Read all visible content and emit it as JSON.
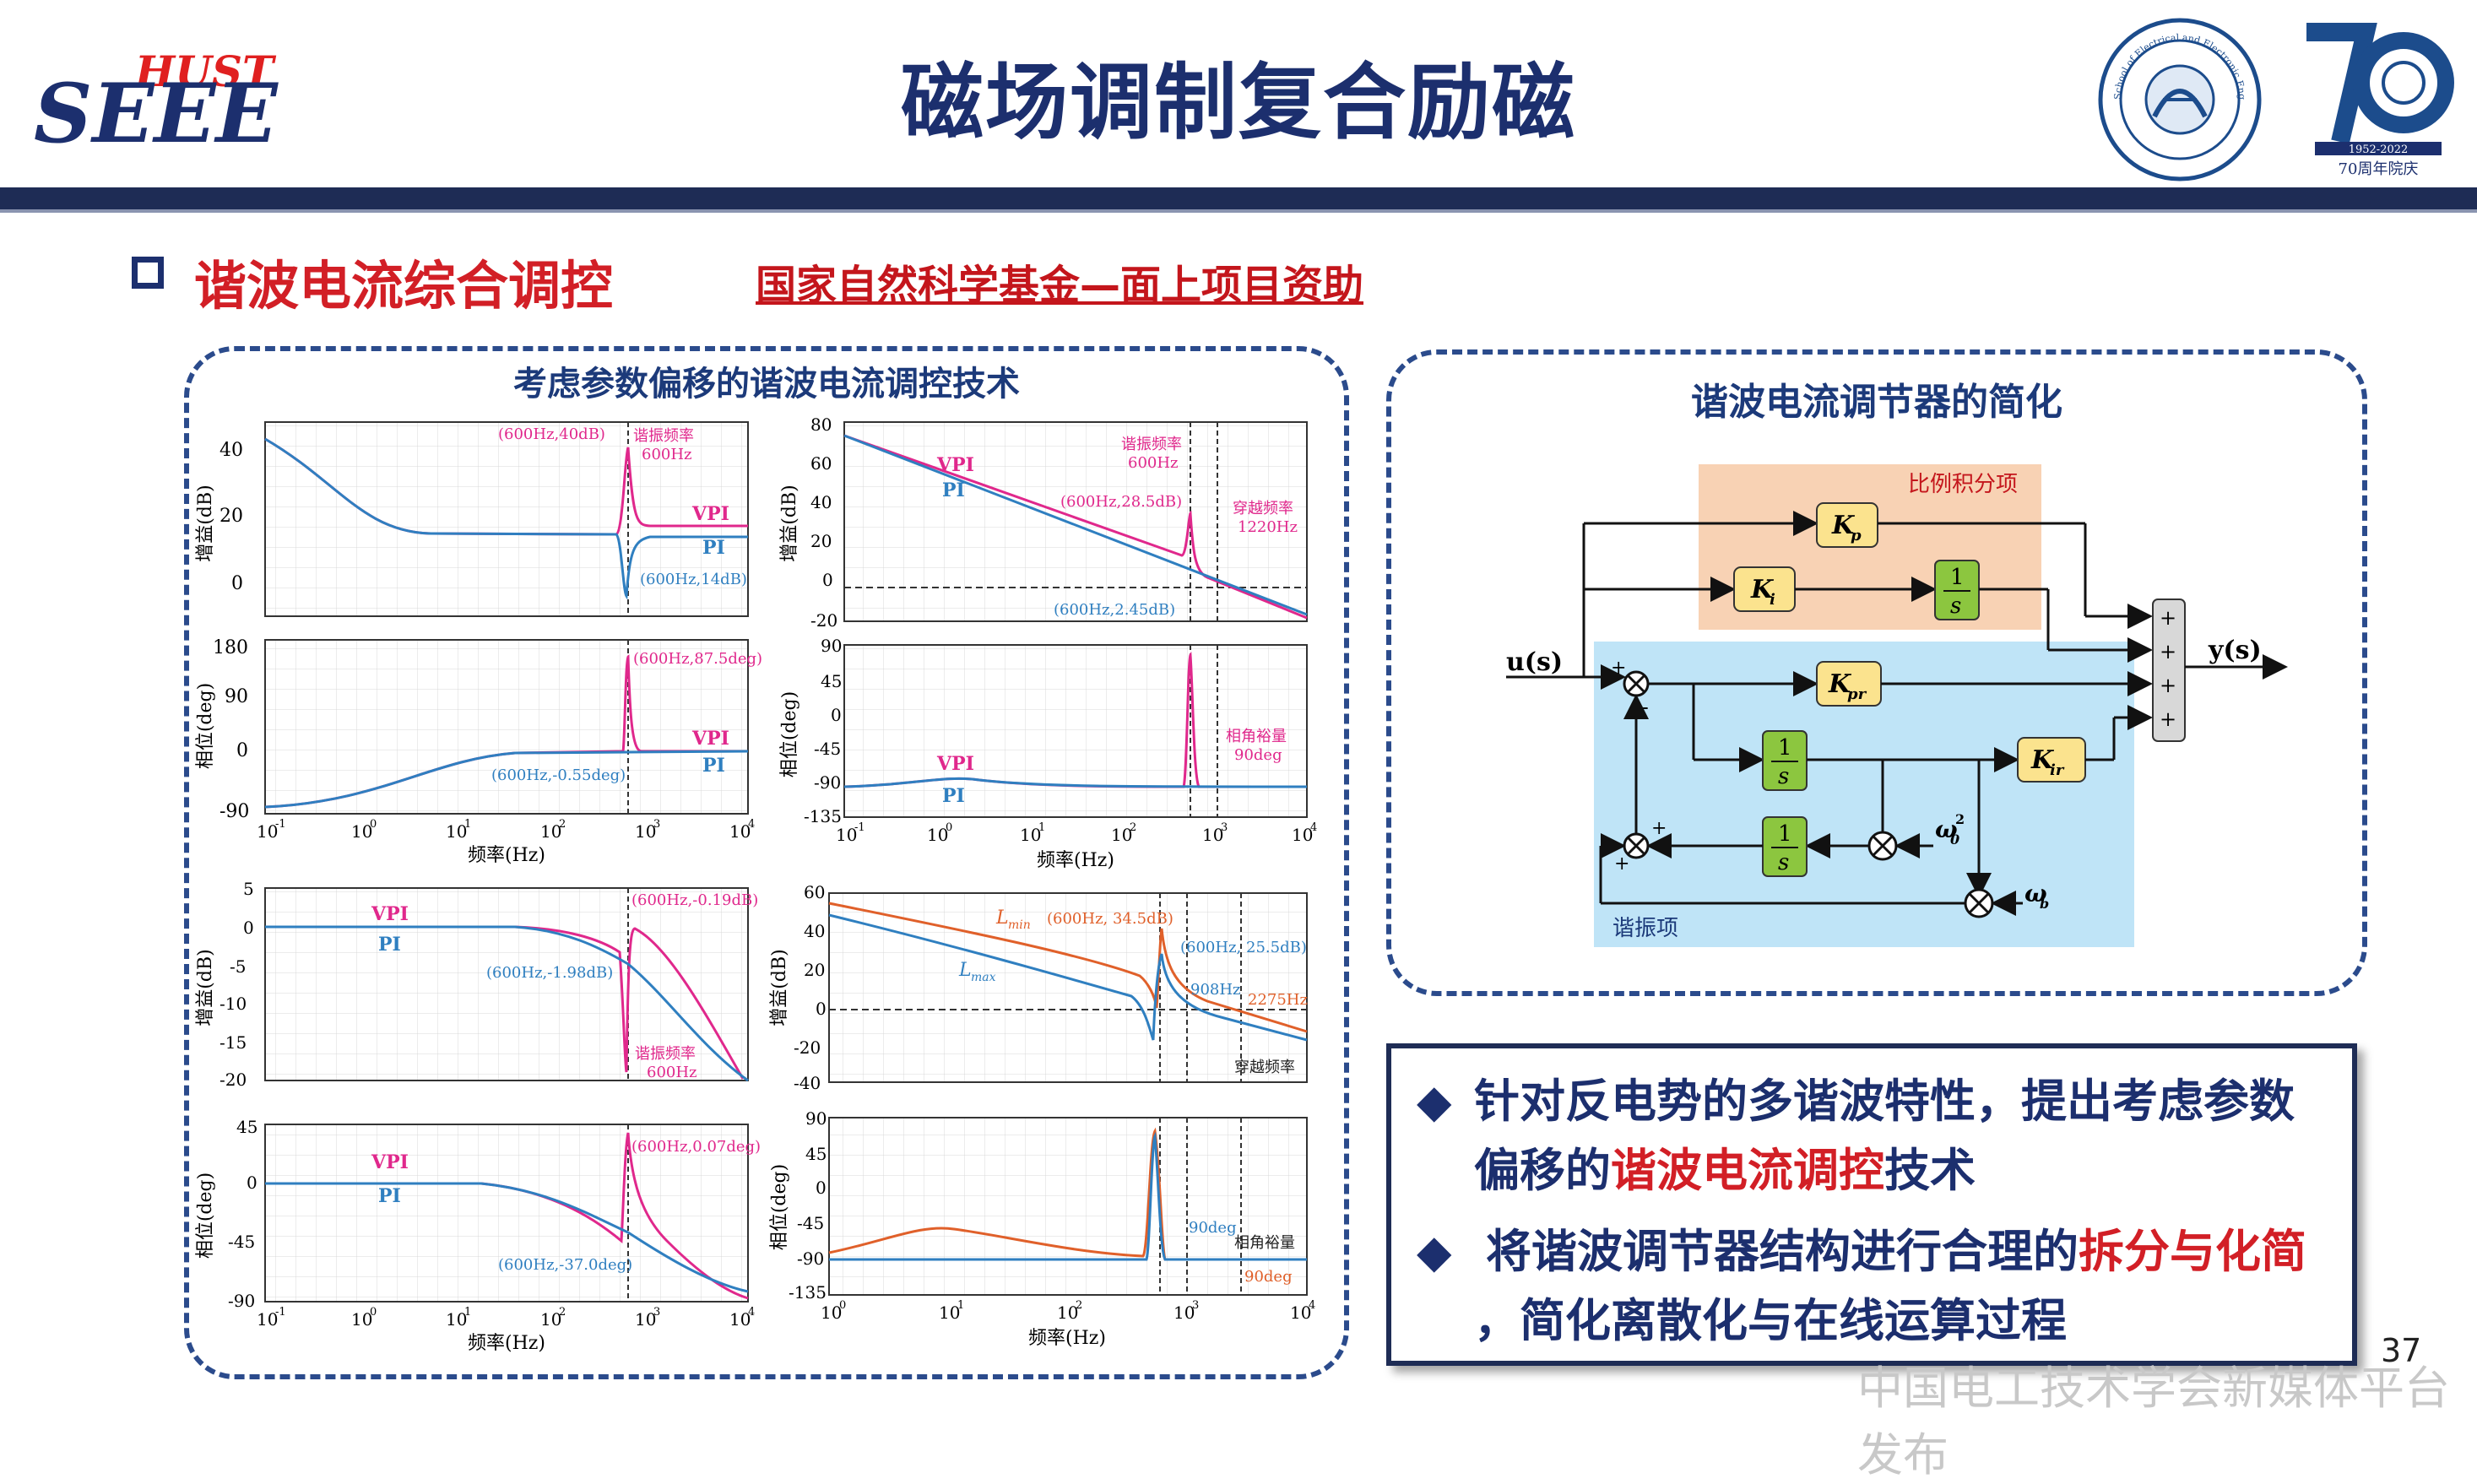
{
  "header": {
    "logo_hust": "HUST",
    "logo_seee": "SEEE",
    "title": "磁场调制复合励磁",
    "seal_text": "School of Electrical and Electronic Engineering",
    "anniversary_years": "1952-2022",
    "anniversary_text": "70周年院庆"
  },
  "section": {
    "title": "谐波电流综合调控",
    "funding": "国家自然科学基金—面上项目资助"
  },
  "left_panel": {
    "title": "考虑参数偏移的谐波电流调控技术"
  },
  "right_panel": {
    "title": "谐波电流调节器的简化",
    "diagram": {
      "input": "u(s)",
      "output": "y(s)",
      "pi_group": "比例积分项",
      "res_group": "谐振项",
      "kp": "K",
      "kp_sub": "p",
      "ki": "K",
      "ki_sub": "i",
      "kpr": "K",
      "kpr_sub": "pr",
      "kir": "K",
      "kir_sub": "ir",
      "int_num": "1",
      "int_den": "s",
      "omega0": "ω",
      "omega0_sub": "0",
      "omega0_sup": "2",
      "omegab": "ω",
      "omegab_sub": "b",
      "plus": "+",
      "minus": "-"
    }
  },
  "plots": {
    "gain_label": "增益(dB)",
    "phase_label": "相位(deg)",
    "freq_label": "频率(Hz)",
    "vpi": "VPI",
    "pi": "PI",
    "resonant_freq": "谐振频率",
    "crossover_freq": "穿越频率",
    "phase_margin": "相角裕量",
    "p1": {
      "ann1": "(600Hz,40dB)",
      "ann2": "谐振频率",
      "ann3": "600Hz",
      "ann4": "(600Hz,14dB)",
      "yticks": [
        "40",
        "20",
        "0"
      ]
    },
    "p2": {
      "ann1": "(600Hz,87.5deg)",
      "ann2": "(600Hz,-0.55deg)",
      "yticks": [
        "180",
        "90",
        "0",
        "-90"
      ],
      "xticks": [
        "10",
        "10",
        "10",
        "10",
        "10",
        "10"
      ],
      "xexp": [
        "-1",
        "0",
        "1",
        "2",
        "3",
        "4"
      ]
    },
    "p3": {
      "ann1": "谐振频率",
      "ann2": "600Hz",
      "ann3": "(600Hz,28.5dB)",
      "ann4": "穿越频率",
      "ann5": "1220Hz",
      "ann6": "(600Hz,2.45dB)",
      "yticks": [
        "80",
        "60",
        "40",
        "20",
        "0",
        "-20"
      ]
    },
    "p4": {
      "ann1": "相角裕量",
      "ann2": "90deg",
      "yticks": [
        "90",
        "45",
        "0",
        "-45",
        "-90",
        "-135"
      ],
      "xticks": [
        "10",
        "10",
        "10",
        "10",
        "10",
        "10"
      ],
      "xexp": [
        "-1",
        "0",
        "1",
        "2",
        "3",
        "4"
      ]
    },
    "p5": {
      "ann1": "(600Hz,-0.19dB)",
      "ann2": "(600Hz,-1.98dB)",
      "ann3": "谐振频率",
      "ann4": "600Hz",
      "yticks": [
        "5",
        "0",
        "-5",
        "-10",
        "-15",
        "-20"
      ]
    },
    "p6": {
      "ann1": "(600Hz,0.07deg)",
      "ann2": "(600Hz,-37.0deg)",
      "yticks": [
        "45",
        "0",
        "-45",
        "-90"
      ],
      "xticks": [
        "10",
        "10",
        "10",
        "10",
        "10",
        "10"
      ],
      "xexp": [
        "-1",
        "0",
        "1",
        "2",
        "3",
        "4"
      ]
    },
    "p7": {
      "lmin": "L",
      "lmin_sub": "min",
      "lmax": "L",
      "lmax_sub": "max",
      "ann1": "(600Hz, 34.5dB)",
      "ann2": "(600Hz, 25.5dB)",
      "ann3": "908Hz",
      "ann4": "2275Hz",
      "ann5": "穿越频率",
      "yticks": [
        "60",
        "40",
        "20",
        "0",
        "-20",
        "-40"
      ]
    },
    "p8": {
      "ann1": "90deg",
      "ann2": "相角裕量",
      "ann3": "90deg",
      "yticks": [
        "90",
        "45",
        "0",
        "-45",
        "-90",
        "-135"
      ],
      "xticks": [
        "10",
        "10",
        "10",
        "10",
        "10"
      ],
      "xexp": [
        "0",
        "1",
        "2",
        "3",
        "4"
      ]
    }
  },
  "info_box": {
    "bullet1_a": "针对反电势的多谐波特性，提出考虑参数",
    "bullet1_b": "偏移的",
    "bullet1_c": "谐波电流调控",
    "bullet1_d": "技术",
    "bullet2_a": "将谐波调节器结构进行合理的",
    "bullet2_b": "拆分与化简",
    "bullet2_c": "，简化离散化与在线运算过程",
    "diamond": "◆"
  },
  "footer": {
    "page": "37",
    "watermark": "中国电工技术学会新媒体平台发布"
  },
  "colors": {
    "navy": "#1e2c55",
    "red": "#d21f26",
    "vpi": "#e0288c",
    "pi": "#2f7fc0",
    "lmin": "#e0602a"
  }
}
